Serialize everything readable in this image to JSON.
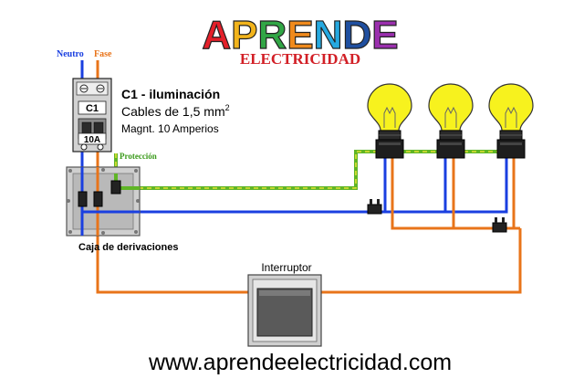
{
  "header": {
    "logo_word": "APRENDE",
    "logo_letters": [
      "A",
      "P",
      "R",
      "E",
      "N",
      "D",
      "E"
    ],
    "subtitle": "ELECTRICIDAD"
  },
  "wires": {
    "neutro_label": "Neutro",
    "fase_label": "Fase",
    "proteccion_label": "Protección"
  },
  "breaker": {
    "id_label": "C1",
    "rating_label": "10A"
  },
  "circuit_info": {
    "title": "C1 - iluminación",
    "cable_text": "Cables de 1,5 mm",
    "cable_exponent": "2",
    "magnet_text": "Magnt. 10 Amperios"
  },
  "junction_box": {
    "label": "Caja de derivaciones"
  },
  "switch": {
    "label": "Interruptor"
  },
  "footer": {
    "url": "www.aprendeelectricidad.com"
  },
  "colors": {
    "neutro": "#1a3fe0",
    "fase": "#e8741a",
    "proteccion_green": "#5fb526",
    "proteccion_yellow": "#e2e233",
    "bulb_glass": "#f7f21e",
    "box_grey": "#cfcfcf",
    "logo_letters": [
      "#e4202a",
      "#f2b41b",
      "#31a645",
      "#f08a1c",
      "#26a9e0",
      "#1f4fa0",
      "#9b2fae"
    ],
    "subtitle": "#d21f26"
  },
  "icons": {
    "bulb": "light-bulb-icon",
    "breaker": "circuit-breaker-icon",
    "box": "junction-box-icon",
    "switch": "light-switch-icon",
    "connector": "wire-connector-icon"
  }
}
